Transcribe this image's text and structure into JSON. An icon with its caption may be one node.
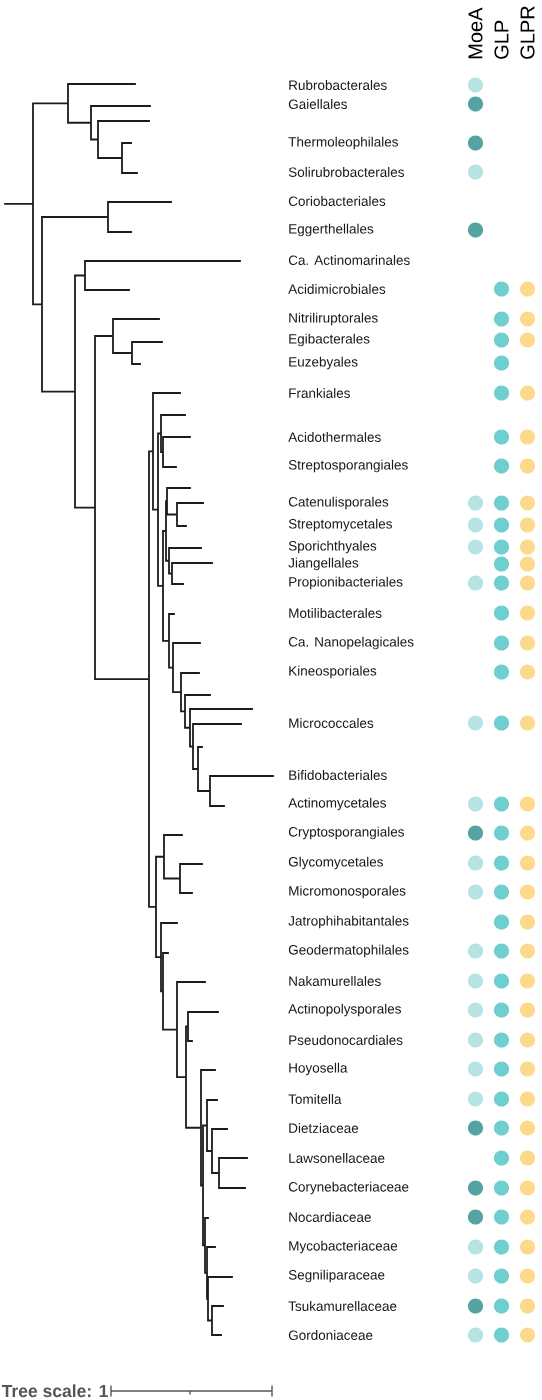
{
  "diagram": {
    "labels": [
      "MoeA",
      "GLP",
      "GLPR",
      "Rubrobacterales",
      "Gaiellales",
      "Thermoleophilales",
      "Solirubrobacterales",
      "Coriobacteriales",
      "Eggerthellales",
      "Ca. Actinomarinales",
      "Acidimicrobiales",
      "Nitriliruptorales",
      "Egibacterales",
      "Euzebyales",
      "Frankiales",
      "Acidothermales",
      "Streptosporangiales",
      "Catenulisporales",
      "Streptomycetales",
      "Sporichthyales",
      "Jiangellales",
      "Propionibacteriales",
      "Motilibacterales",
      "Ca. Nanopelagicales",
      "Kineosporiales",
      "Micrococcales",
      "Bifidobacteriales",
      "Actinomycetales",
      "Cryptosporangiales",
      "Glycomycetales",
      "Micromonosporales",
      "Jatrophihabitantales",
      "Geodermatophilales",
      "Nakamurellales",
      "Actinopolysporales",
      "Pseudonocardiales",
      "Hoyosella",
      "Tomitella",
      "Dietziaceae",
      "Lawsonellaceae",
      "Corynebacteriaceae",
      "Nocardiaceae",
      "Mycobacteriaceae",
      "Segniliparaceae",
      "Tsukamurellaceae",
      "Gordoniaceae",
      "Tree scale: 1"
    ]
  }
}
